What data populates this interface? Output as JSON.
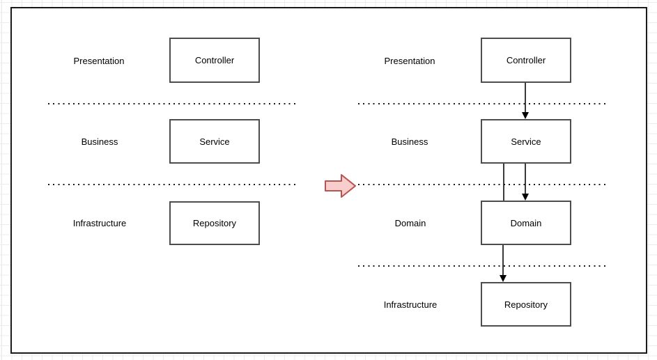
{
  "colors": {
    "canvas_background": "#ffffff",
    "canvas_border": "#1a1a1a",
    "grid_line": "#ececec",
    "box_fill": "#ffffff",
    "box_border": "#4d4d4d",
    "edge_color": "#3a3a3a",
    "separator_color": "#1a1a1a",
    "transform_arrow_fill": "#f8cecc",
    "transform_arrow_stroke": "#b85450"
  },
  "left_diagram": {
    "layers": [
      {
        "label": "Presentation",
        "box": "Controller"
      },
      {
        "label": "Business",
        "box": "Service"
      },
      {
        "label": "Infrastructure",
        "box": "Repository"
      }
    ],
    "separator_count": 2,
    "edges": []
  },
  "transform_arrow": {
    "direction": "right"
  },
  "right_diagram": {
    "layers": [
      {
        "label": "Presentation",
        "box": "Controller"
      },
      {
        "label": "Business",
        "box": "Service"
      },
      {
        "label": "Domain",
        "box": "Domain"
      },
      {
        "label": "Infrastructure",
        "box": "Repository"
      }
    ],
    "separator_count": 3,
    "edges": [
      {
        "from": "Controller",
        "to": "Service",
        "arrowhead": true
      },
      {
        "from": "Service",
        "to": "Domain",
        "arrowhead": true
      },
      {
        "from": "Service",
        "to": "Domain",
        "arrowhead": false
      },
      {
        "from": "Domain",
        "to": "Repository",
        "arrowhead": true
      }
    ]
  }
}
